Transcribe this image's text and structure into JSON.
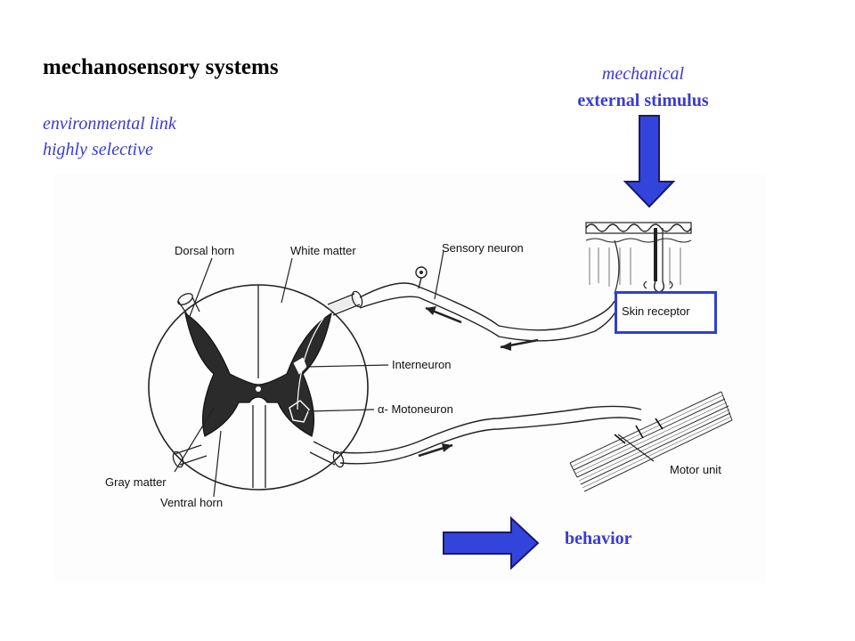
{
  "title": "mechanosensory systems",
  "subtitle_lines": [
    "environmental link",
    "highly selective"
  ],
  "stimulus": {
    "line1": "mechanical",
    "line2": "external stimulus"
  },
  "behavior": "behavior",
  "figure_labels": {
    "dorsal_horn": "Dorsal horn",
    "white_matter": "White matter",
    "sensory_neuron": "Sensory neuron",
    "skin_receptor": "Skin receptor",
    "interneuron": "Interneuron",
    "motoneuron": "α- Motoneuron",
    "gray_matter": "Gray matter",
    "ventral_horn": "Ventral horn",
    "motor_unit": "Motor unit"
  },
  "colors": {
    "accent_blue": "#3a3ad6",
    "arrow_fill": "#3344dd",
    "arrow_stroke": "#1a1a66",
    "box_border": "#2f3fd0"
  },
  "icons": {
    "down_arrow": "down-arrow-icon",
    "right_arrow": "right-arrow-icon"
  }
}
